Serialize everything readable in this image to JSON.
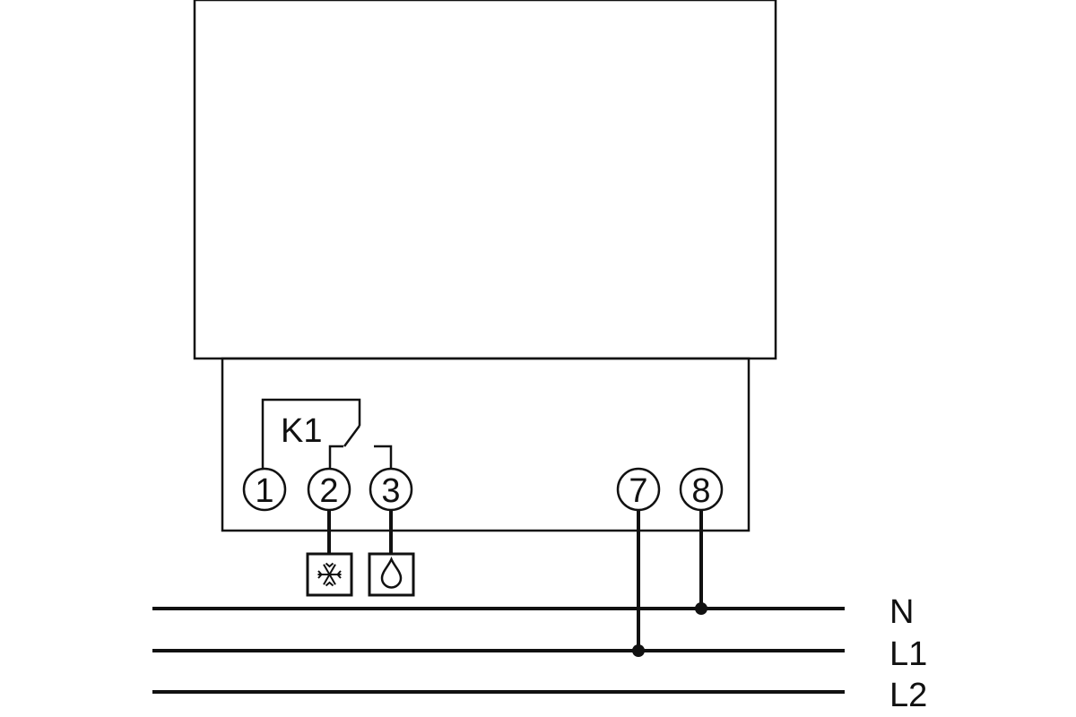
{
  "relay": {
    "label": "K1"
  },
  "terminals": [
    {
      "id": "t1",
      "label": "1"
    },
    {
      "id": "t2",
      "label": "2"
    },
    {
      "id": "t3",
      "label": "3"
    },
    {
      "id": "t7",
      "label": "7"
    },
    {
      "id": "t8",
      "label": "8"
    }
  ],
  "loads": [
    {
      "id": "cooling",
      "icon": "snowflake-icon",
      "connected_terminal": "2"
    },
    {
      "id": "dehumidify",
      "icon": "water-drop-icon",
      "connected_terminal": "3"
    }
  ],
  "lines": [
    {
      "label": "N"
    },
    {
      "label": "L1"
    },
    {
      "label": "L2"
    }
  ],
  "connections": [
    {
      "terminal": "7",
      "line": "L1"
    },
    {
      "terminal": "8",
      "line": "N"
    }
  ],
  "colors": {
    "ink": "#111111",
    "background": "#ffffff"
  }
}
